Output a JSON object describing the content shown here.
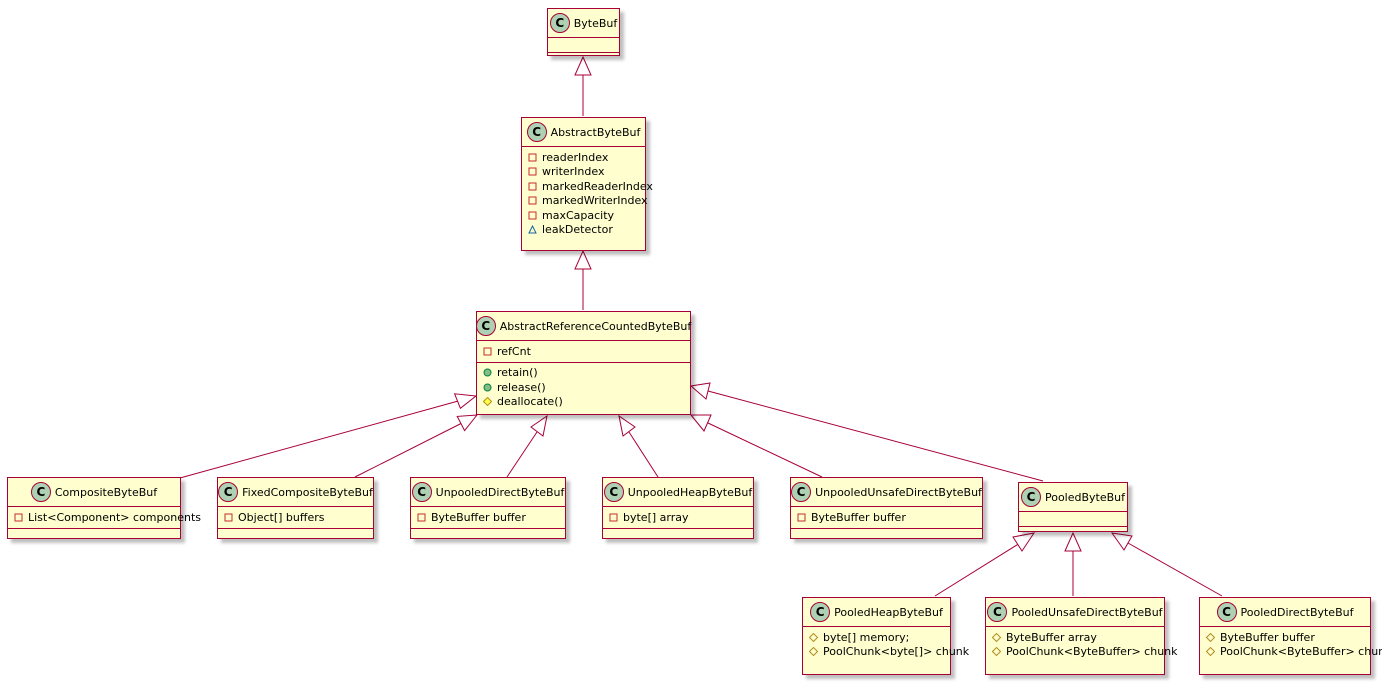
{
  "diagram": {
    "classes": {
      "bytebuf": {
        "stereotype": "C",
        "name": "ByteBuf"
      },
      "abstractbytebuf": {
        "stereotype": "C",
        "name": "AbstractByteBuf",
        "fields": [
          {
            "vis": "private",
            "text": "readerIndex"
          },
          {
            "vis": "private",
            "text": "writerIndex"
          },
          {
            "vis": "private",
            "text": "markedReaderIndex"
          },
          {
            "vis": "private",
            "text": "markedWriterIndex"
          },
          {
            "vis": "private",
            "text": "maxCapacity"
          },
          {
            "vis": "package",
            "text": "leakDetector"
          }
        ]
      },
      "abstractrefcounted": {
        "stereotype": "C",
        "name": "AbstractReferenceCountedByteBuf",
        "fields": [
          {
            "vis": "private",
            "text": "refCnt"
          }
        ],
        "methods": [
          {
            "vis": "public",
            "text": "retain()"
          },
          {
            "vis": "public",
            "text": "release()"
          },
          {
            "vis": "protected",
            "text": "deallocate()"
          }
        ]
      },
      "compositebytebuf": {
        "stereotype": "C",
        "name": "CompositeByteBuf",
        "fields": [
          {
            "vis": "private",
            "text": "List<Component> components"
          }
        ]
      },
      "fixedcompositebytebuf": {
        "stereotype": "C",
        "name": "FixedCompositeByteBuf",
        "fields": [
          {
            "vis": "private",
            "text": "Object[] buffers"
          }
        ]
      },
      "unpooleddirectbytebuf": {
        "stereotype": "C",
        "name": "UnpooledDirectByteBuf",
        "fields": [
          {
            "vis": "private",
            "text": "ByteBuffer buffer"
          }
        ]
      },
      "unpooledheapbytebuf": {
        "stereotype": "C",
        "name": "UnpooledHeapByteBuf",
        "fields": [
          {
            "vis": "private",
            "text": "byte[] array"
          }
        ]
      },
      "unpooledunsafedirectbytebuf": {
        "stereotype": "C",
        "name": "UnpooledUnsafeDirectByteBuf",
        "fields": [
          {
            "vis": "private",
            "text": "ByteBuffer buffer"
          }
        ]
      },
      "pooledbytebuf": {
        "stereotype": "C",
        "name": "PooledByteBuf"
      },
      "pooledheapbytebuf": {
        "stereotype": "C",
        "name": "PooledHeapByteBuf",
        "fields": [
          {
            "vis": "protected",
            "text": "byte[] memory;"
          },
          {
            "vis": "protected",
            "text": "PoolChunk<byte[]> chunk"
          }
        ]
      },
      "pooledunsafedirectbytebuf": {
        "stereotype": "C",
        "name": "PooledUnsafeDirectByteBuf",
        "fields": [
          {
            "vis": "protected",
            "text": "ByteBuffer array"
          },
          {
            "vis": "protected",
            "text": "PoolChunk<ByteBuffer> chunk"
          }
        ]
      },
      "pooleddirectbytebuf": {
        "stereotype": "C",
        "name": "PooledDirectByteBuf",
        "fields": [
          {
            "vis": "protected",
            "text": "ByteBuffer buffer"
          },
          {
            "vis": "protected",
            "text": "PoolChunk<ByteBuffer> chunk"
          }
        ]
      }
    },
    "colors": {
      "class_bg": "#FEFECE",
      "border": "#A80036",
      "badge": "#ADD1B2",
      "public_dot": "#84BE84"
    }
  }
}
